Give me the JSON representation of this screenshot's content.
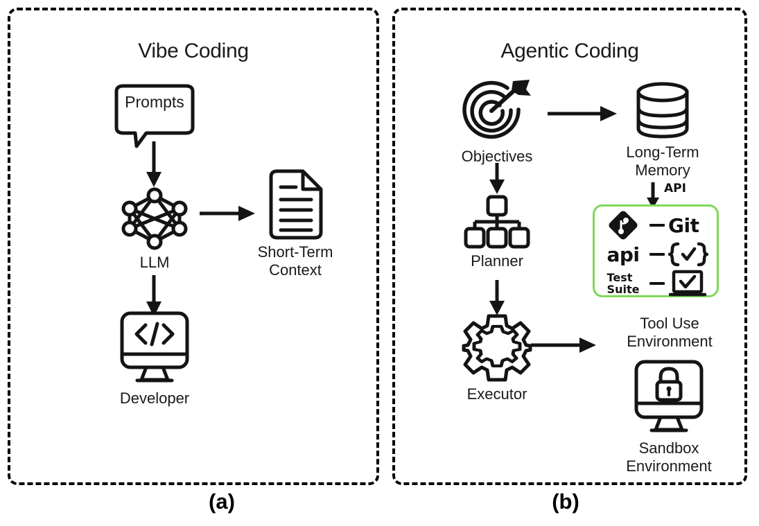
{
  "figure": {
    "type": "diagram",
    "description": "Two-panel comparison diagram of Vibe Coding versus Agentic Coding workflows",
    "background_color": "#ffffff",
    "stroke_color": "#111111",
    "accent_color": "#7ed957"
  },
  "panels": [
    {
      "id": "a",
      "title": "Vibe Coding",
      "caption": "(a)",
      "nodes": [
        {
          "id": "prompts",
          "label": "Prompts",
          "icon": "speech-bubble-icon"
        },
        {
          "id": "llm",
          "label": "LLM",
          "icon": "neural-network-icon"
        },
        {
          "id": "short-term",
          "label": "Short-Term\nContext",
          "icon": "document-icon"
        },
        {
          "id": "developer",
          "label": "Developer",
          "icon": "monitor-code-icon"
        }
      ],
      "edges": [
        {
          "from": "prompts",
          "to": "llm",
          "direction": "down"
        },
        {
          "from": "llm",
          "to": "short-term",
          "direction": "right"
        },
        {
          "from": "llm",
          "to": "developer",
          "direction": "down"
        }
      ]
    },
    {
      "id": "b",
      "title": "Agentic Coding",
      "caption": "(b)",
      "nodes": [
        {
          "id": "objectives",
          "label": "Objectives",
          "icon": "target-arrow-icon"
        },
        {
          "id": "long-term",
          "label": "Long-Term\nMemory",
          "icon": "database-icon"
        },
        {
          "id": "planner",
          "label": "Planner",
          "icon": "hierarchy-tree-icon"
        },
        {
          "id": "executor",
          "label": "Executor",
          "icon": "gear-icon"
        },
        {
          "id": "tool-use",
          "label": "Tool Use\nEnvironment",
          "icon": "none"
        },
        {
          "id": "sandbox",
          "label": "Sandbox\nEnvironment",
          "icon": "monitor-lock-icon"
        }
      ],
      "edges": [
        {
          "from": "objectives",
          "to": "long-term",
          "direction": "right",
          "label": ""
        },
        {
          "from": "objectives",
          "to": "planner",
          "direction": "down",
          "label": ""
        },
        {
          "from": "planner",
          "to": "executor",
          "direction": "down",
          "label": ""
        },
        {
          "from": "executor",
          "to": "tool-use",
          "direction": "right",
          "label": ""
        },
        {
          "from": "long-term",
          "to": "tools-box",
          "direction": "down",
          "label": "API"
        }
      ],
      "tools_box": {
        "border_color": "#7ed957",
        "api_label": "API",
        "rows": [
          {
            "left_icon": "git-branch-icon",
            "left_text": "",
            "right_icon": "none",
            "right_text": "Git"
          },
          {
            "left_icon": "none",
            "left_text": "api",
            "right_icon": "braces-check-icon",
            "right_text": ""
          },
          {
            "left_icon": "none",
            "left_text": "Test\nSuite",
            "right_icon": "laptop-check-icon",
            "right_text": ""
          }
        ]
      }
    }
  ]
}
